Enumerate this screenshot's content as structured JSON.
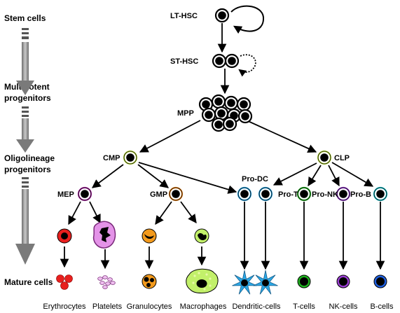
{
  "stages": [
    {
      "id": "stem",
      "lines": [
        "Stem cells"
      ]
    },
    {
      "id": "multipotent",
      "lines": [
        "Multipotent",
        "progenitors"
      ]
    },
    {
      "id": "oligolineage",
      "lines": [
        "Oligolineage",
        "progenitors"
      ]
    },
    {
      "id": "mature",
      "lines": [
        "Mature cells"
      ]
    }
  ],
  "colors": {
    "black": "#000000",
    "erythroid": "#e8201e",
    "megakaryocyte": "#e493e8",
    "megakaryocyte_border": "#7a2a7a",
    "granulocyte": "#f39a1c",
    "macrophage": "#c2f06a",
    "dendritic": "#2aa7e6",
    "t_cell": "#1fb31f",
    "nk_cell": "#9a3fd2",
    "b_cell": "#1ec8d2",
    "b_cell_mature": "#2060e0",
    "mep_ring": "#b52fae",
    "gmp_ring": "#e8821a",
    "cmp_ring": "#c8e84a",
    "arrow_grey": "#8a8a8a"
  },
  "progenitors": [
    {
      "id": "lt-hsc",
      "label": "LT-HSC",
      "ring": "black"
    },
    {
      "id": "st-hsc",
      "label": "ST-HSC",
      "ring": "black"
    },
    {
      "id": "mpp",
      "label": "MPP",
      "ring": "black"
    },
    {
      "id": "cmp",
      "label": "CMP",
      "ring": "cmp_ring"
    },
    {
      "id": "clp",
      "label": "CLP",
      "ring": "cmp_ring"
    },
    {
      "id": "mep",
      "label": "MEP",
      "ring": "mep_ring"
    },
    {
      "id": "gmp",
      "label": "GMP",
      "ring": "gmp_ring"
    },
    {
      "id": "pro-dc",
      "label": "Pro-DC",
      "ring": "dendritic"
    },
    {
      "id": "pro-t",
      "label": "Pro-T",
      "ring": "t_cell"
    },
    {
      "id": "pro-nk",
      "label": "Pro-NK",
      "ring": "nk_cell"
    },
    {
      "id": "pro-b",
      "label": "Pro-B",
      "ring": "b_cell"
    }
  ],
  "mature_cells": [
    {
      "id": "erythrocytes",
      "label": "Erythrocytes",
      "color": "erythroid"
    },
    {
      "id": "platelets",
      "label": "Platelets",
      "color": "megakaryocyte"
    },
    {
      "id": "granulocytes",
      "label": "Granulocytes",
      "color": "granulocyte"
    },
    {
      "id": "macrophages",
      "label": "Macrophages",
      "color": "macrophage"
    },
    {
      "id": "dendritic-cells",
      "label": "Dendritic-cells",
      "color": "dendritic"
    },
    {
      "id": "t-cells",
      "label": "T-cells",
      "color": "t_cell"
    },
    {
      "id": "nk-cells",
      "label": "NK-cells",
      "color": "nk_cell"
    },
    {
      "id": "b-cells",
      "label": "B-cells",
      "color": "b_cell_mature"
    }
  ]
}
